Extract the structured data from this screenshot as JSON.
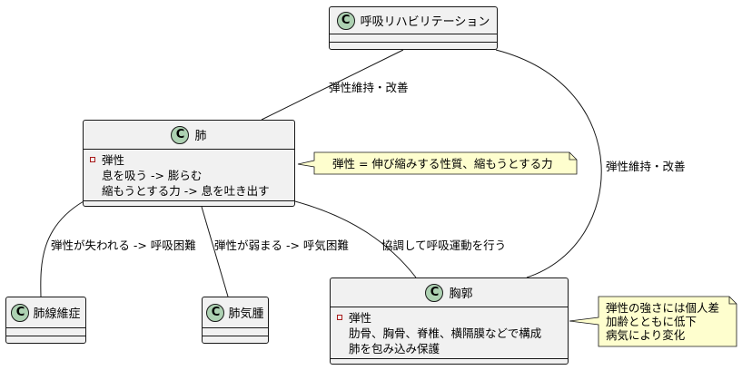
{
  "classes": {
    "rehab": {
      "badge": "C",
      "name": "呼吸リハビリテーション"
    },
    "lung": {
      "badge": "C",
      "name": "肺",
      "attrs": [
        "弾性",
        "息を吸う -> 膨らむ",
        "縮もうとする力 -> 息を吐き出す"
      ]
    },
    "fibrosis": {
      "badge": "C",
      "name": "肺線維症"
    },
    "emphysema": {
      "badge": "C",
      "name": "肺気腫"
    },
    "thorax": {
      "badge": "C",
      "name": "胸郭",
      "attrs": [
        "弾性",
        "肋骨、胸骨、脊椎、横隔膜などで構成",
        "肺を包み込み保護"
      ]
    }
  },
  "notes": {
    "lung_note": [
      "弾性 = 伸び縮みする性質、縮もうとする力"
    ],
    "thorax_note": [
      "弾性の強さには個人差",
      "加齢とともに低下",
      "病気により変化"
    ]
  },
  "edges": {
    "rehab_lung": "弾性維持・改善",
    "rehab_thorax": "弾性維持・改善",
    "lung_fibrosis": "弾性が失われる -> 呼吸困難",
    "lung_emphysema": "弾性が弱まる -> 呼気困難",
    "lung_thorax": "協調して呼吸運動を行う"
  },
  "colors": {
    "class_fill": "#f1f1f1",
    "class_border": "#181818",
    "badge_fill": "#add1b2",
    "note_fill": "#fefece",
    "visibility_marker": "#a81b1b"
  }
}
